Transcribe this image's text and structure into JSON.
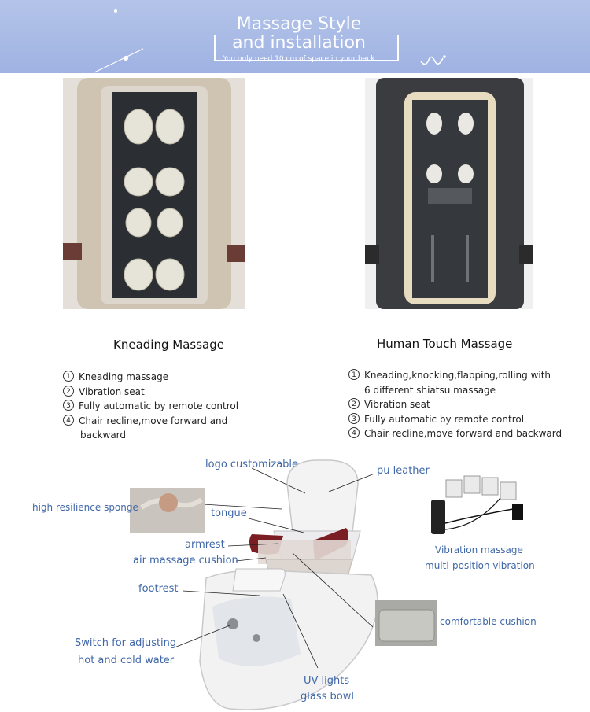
{
  "banner": {
    "title_line1": "Massage Style",
    "title_line2": "and installation",
    "subtitle": "You only need 10 cm of space in your back"
  },
  "left_section": {
    "heading": "Kneading Massage",
    "items": [
      {
        "num": "1",
        "text": "Kneading massage"
      },
      {
        "num": "2",
        "text": "Vibration seat"
      },
      {
        "num": "3",
        "text": "Fully automatic by remote control"
      },
      {
        "num": "4",
        "text": "Chair recline,move forward and"
      }
    ],
    "item4_cont": "backward"
  },
  "right_section": {
    "heading": "Human Touch Massage",
    "item1_line1": "Kneading,knocking,flapping,rolling with",
    "item1_line2": "6 different shiatsu massage",
    "items": [
      {
        "num": "2",
        "text": "Vibration seat"
      },
      {
        "num": "3",
        "text": "Fully automatic by remote control"
      },
      {
        "num": "4",
        "text": "Chair recline,move forward and backward"
      }
    ]
  },
  "callouts": {
    "logo": "logo customizable",
    "pu_leather": "pu leather",
    "sponge": "high resilience sponge",
    "tongue": "tongue",
    "armrest": "armrest",
    "air_cushion": "air massage cushion",
    "footrest": "footrest",
    "switch_line1": "Switch for adjusting",
    "switch_line2": "hot and cold water",
    "uv_line1": "UV lights",
    "uv_line2": "glass bowl",
    "vibration_line1": "Vibration massage",
    "vibration_line2": "multi-position vibration",
    "cushion": "comfortable cushion"
  },
  "colors": {
    "banner": "#a9bbe6",
    "callout": "#3f67a8"
  }
}
